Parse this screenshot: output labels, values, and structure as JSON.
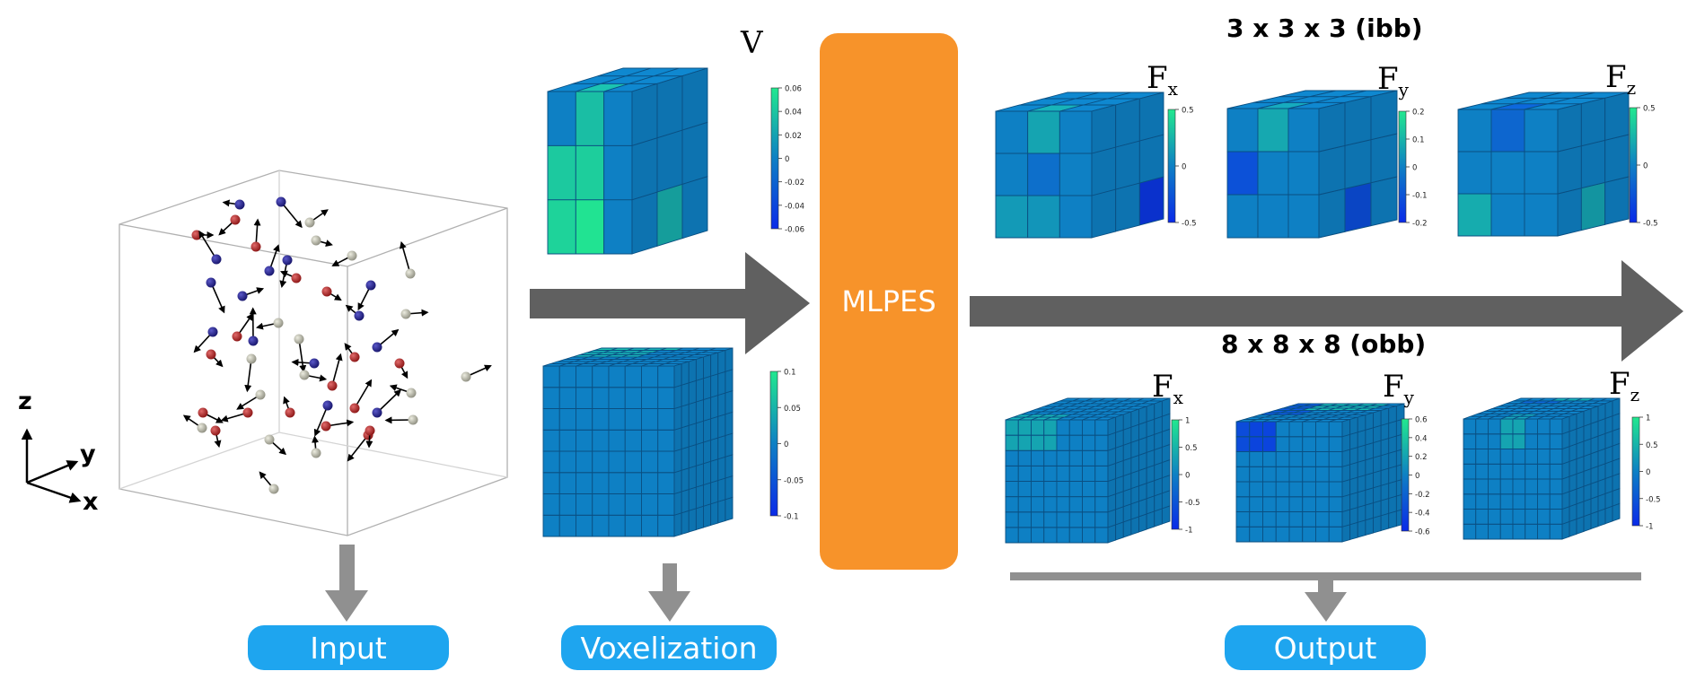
{
  "labels": {
    "input": "Input",
    "voxelization": "Voxelization",
    "output": "Output",
    "model": "MLPES",
    "ibb_heading": "3 x 3 x 3 (ibb)",
    "obb_heading": "8 x 8 x 8 (obb)",
    "v_symbol": "V",
    "f_symbol": "F",
    "sub_x": "x",
    "sub_y": "y",
    "sub_z": "z"
  },
  "axes_labels": {
    "z": "z",
    "y": "y",
    "x": "x"
  },
  "colorbars": {
    "v_ibb": [
      "0.06",
      "0.04",
      "0.02",
      "0",
      "-0.02",
      "-0.04",
      "-0.06"
    ],
    "v_obb": [
      "0.1",
      "0.05",
      "0",
      "-0.05",
      "-0.1"
    ],
    "fx_ibb": [
      "0.5",
      "0",
      "-0.5"
    ],
    "fy_ibb": [
      "0.2",
      "0.1",
      "0",
      "-0.1",
      "-0.2"
    ],
    "fz_ibb": [
      "0.5",
      "0",
      "-0.5"
    ],
    "fx_obb": [
      "1",
      "0.5",
      "0",
      "-0.5",
      "-1"
    ],
    "fy_obb": [
      "0.6",
      "0.4",
      "0.2",
      "0",
      "-0.2",
      "-0.4",
      "-0.6"
    ],
    "fz_obb": [
      "1",
      "0.5",
      "0",
      "-0.5",
      "-1"
    ]
  },
  "colors": {
    "arrow": "#606060",
    "connector": "#909090",
    "pill": "#1ea5ef",
    "model": "#f7932a",
    "voxel_base": "#0e80c4",
    "voxel_high": "#22e88f",
    "voxel_low": "#0a2ae8",
    "atom_red": "#a82424",
    "atom_blue": "#26248e",
    "atom_gray": "#b6b6a8"
  }
}
